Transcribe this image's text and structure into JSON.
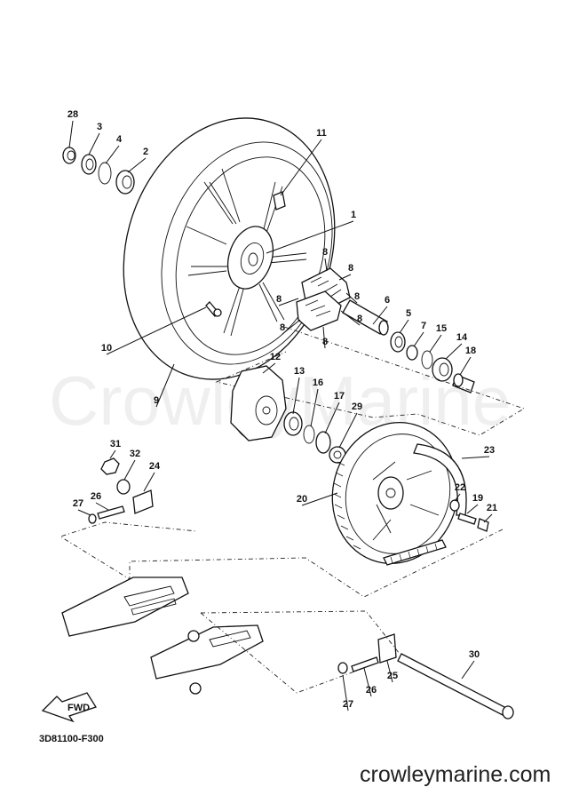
{
  "watermark": "CrowleyMarine",
  "diagram_code": "3D81100-F300",
  "site_url": "crowleymarine.com",
  "fwd_label": "FWD",
  "callouts": [
    {
      "id": "28",
      "text": "28"
    },
    {
      "id": "3",
      "text": "3"
    },
    {
      "id": "4",
      "text": "4"
    },
    {
      "id": "2",
      "text": "2"
    },
    {
      "id": "11",
      "text": "11"
    },
    {
      "id": "1",
      "text": "1"
    },
    {
      "id": "8a",
      "text": "8"
    },
    {
      "id": "8b",
      "text": "8"
    },
    {
      "id": "8c",
      "text": "8"
    },
    {
      "id": "8d",
      "text": "8"
    },
    {
      "id": "8e",
      "text": "8"
    },
    {
      "id": "8f",
      "text": "8"
    },
    {
      "id": "8g",
      "text": "8"
    },
    {
      "id": "10",
      "text": "10"
    },
    {
      "id": "6",
      "text": "6"
    },
    {
      "id": "5",
      "text": "5"
    },
    {
      "id": "7",
      "text": "7"
    },
    {
      "id": "15",
      "text": "15"
    },
    {
      "id": "14",
      "text": "14"
    },
    {
      "id": "18",
      "text": "18"
    },
    {
      "id": "12",
      "text": "12"
    },
    {
      "id": "13",
      "text": "13"
    },
    {
      "id": "16",
      "text": "16"
    },
    {
      "id": "17",
      "text": "17"
    },
    {
      "id": "29",
      "text": "29"
    },
    {
      "id": "9",
      "text": "9"
    },
    {
      "id": "23",
      "text": "23"
    },
    {
      "id": "31",
      "text": "31"
    },
    {
      "id": "32",
      "text": "32"
    },
    {
      "id": "24",
      "text": "24"
    },
    {
      "id": "26a",
      "text": "26"
    },
    {
      "id": "27a",
      "text": "27"
    },
    {
      "id": "20",
      "text": "20"
    },
    {
      "id": "22",
      "text": "22"
    },
    {
      "id": "19",
      "text": "19"
    },
    {
      "id": "21",
      "text": "21"
    },
    {
      "id": "30",
      "text": "30"
    },
    {
      "id": "25",
      "text": "25"
    },
    {
      "id": "26b",
      "text": "26"
    },
    {
      "id": "27b",
      "text": "27"
    }
  ]
}
